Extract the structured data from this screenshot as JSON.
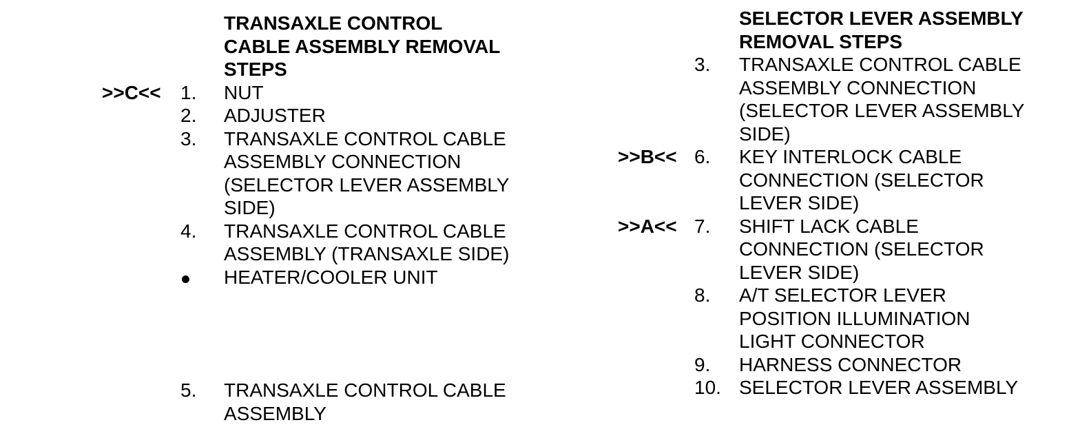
{
  "page": {
    "background_color": "#ffffff",
    "text_color": "#000000"
  },
  "left_section": {
    "title": "TRANSAXLE CONTROL\nCABLE ASSEMBLY REMOVAL\nSTEPS",
    "items": [
      {
        "marker": ">>C<<",
        "number": "1.",
        "text": "NUT"
      },
      {
        "marker": "",
        "number": "2.",
        "text": "ADJUSTER"
      },
      {
        "marker": "",
        "number": "3.",
        "text": "TRANSAXLE CONTROL CABLE\nASSEMBLY CONNECTION\n(SELECTOR LEVER ASSEMBLY\nSIDE)"
      },
      {
        "marker": "",
        "number": "4.",
        "text": "TRANSAXLE CONTROL CABLE\nASSEMBLY (TRANSAXLE SIDE)"
      },
      {
        "marker": "",
        "number": "",
        "bullet": "•",
        "text": "HEATER/COOLER UNIT"
      },
      {
        "marker": "",
        "number": "5.",
        "text": "TRANSAXLE CONTROL CABLE\nASSEMBLY"
      }
    ]
  },
  "right_section": {
    "title": "SELECTOR LEVER ASSEMBLY\nREMOVAL STEPS",
    "items": [
      {
        "marker": "",
        "number": "3.",
        "text": "TRANSAXLE CONTROL CABLE\nASSEMBLY CONNECTION\n(SELECTOR LEVER ASSEMBLY\nSIDE)"
      },
      {
        "marker": ">>B<<",
        "number": "6.",
        "text": "KEY INTERLOCK CABLE\nCONNECTION (SELECTOR\nLEVER SIDE)"
      },
      {
        "marker": ">>A<<",
        "number": "7.",
        "text": "SHIFT LACK CABLE\nCONNECTION (SELECTOR\nLEVER SIDE)"
      },
      {
        "marker": "",
        "number": "8.",
        "text": "A/T SELECTOR LEVER\nPOSITION ILLUMINATION\nLIGHT CONNECTOR"
      },
      {
        "marker": "",
        "number": "9.",
        "text": "HARNESS CONNECTOR"
      },
      {
        "marker": "",
        "number": "10.",
        "text": "SELECTOR LEVER ASSEMBLY"
      }
    ]
  }
}
